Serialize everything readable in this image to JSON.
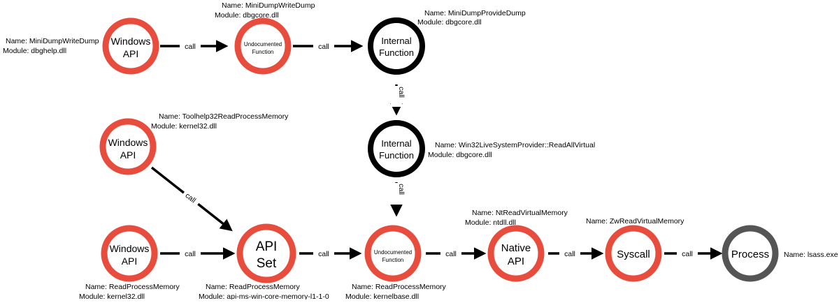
{
  "nodes": {
    "win_api_top": [
      "Windows",
      "API"
    ],
    "undoc_top": [
      "Undocumented",
      "Function"
    ],
    "internal_top": [
      "Internal",
      "Function"
    ],
    "win_api_mid": [
      "Windows",
      "API"
    ],
    "internal_mid": [
      "Internal",
      "Function"
    ],
    "win_api_bottom": [
      "Windows",
      "API"
    ],
    "api_set": [
      "API",
      "Set"
    ],
    "undoc_bottom": [
      "Undocumented",
      "Function"
    ],
    "native_api": [
      "Native",
      "API"
    ],
    "syscall": [
      "Syscall"
    ],
    "process": [
      "Process"
    ]
  },
  "labels": {
    "win_api_top": [
      "Name: MiniDumpWriteDump",
      "Module: dbghelp.dll"
    ],
    "undoc_top": [
      "Name: MiniDumpWriteDump",
      "Module: dbgcore.dll"
    ],
    "internal_top": [
      "Name: MiniDumpProvideDump",
      "Module: dbgcore.dll"
    ],
    "win_api_mid": [
      "Name: Toolhelp32ReadProcessMemory",
      "Module: kernel32.dll"
    ],
    "internal_mid": [
      "Name: Win32LiveSystemProvider::ReadAllVirtual",
      "Module: dbgcore.dll"
    ],
    "win_api_bottom": [
      "Name: ReadProcessMemory",
      "Module: kernel32.dll"
    ],
    "api_set": [
      "Name: ReadProcessMemory",
      "Module: api-ms-win-core-memory-l1-1-0"
    ],
    "undoc_bottom": [
      "Name: ReadProcessMemory",
      "Module: kernelbase.dll"
    ],
    "native_api": [
      "Name: NtReadVirtualMemory",
      "Module: ntdll.dll"
    ],
    "syscall": [
      "Name: ZwReadVirtualMemory"
    ],
    "process": [
      "Name: lsass.exe"
    ]
  },
  "edge_label": "call",
  "colors": {
    "red": "#e84c3d",
    "black": "#000000",
    "gray": "#555555"
  }
}
